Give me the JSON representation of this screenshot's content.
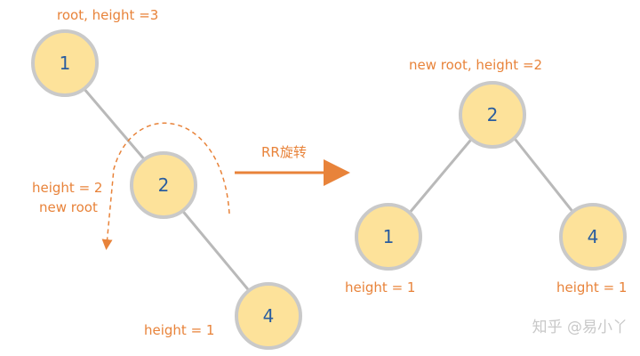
{
  "left_tree": {
    "nodes": [
      {
        "id": "n1",
        "label": "1"
      },
      {
        "id": "n2",
        "label": "2"
      },
      {
        "id": "n4",
        "label": "4"
      }
    ],
    "edges": [
      [
        "n1",
        "n2"
      ],
      [
        "n2",
        "n4"
      ]
    ],
    "annotations": {
      "root": "root, height =3",
      "node2_height": "height = 2",
      "node2_new_root": "new root",
      "node4_height": "height = 1"
    }
  },
  "rotation": {
    "label": "RR旋转"
  },
  "right_tree": {
    "nodes": [
      {
        "id": "r2",
        "label": "2"
      },
      {
        "id": "r1",
        "label": "1"
      },
      {
        "id": "r4",
        "label": "4"
      }
    ],
    "edges": [
      [
        "r2",
        "r1"
      ],
      [
        "r2",
        "r4"
      ]
    ],
    "annotations": {
      "new_root": "new root, height =2",
      "node1_height": "height = 1",
      "node4_height": "height = 1"
    }
  },
  "watermark": "知乎 @易小丫",
  "colors": {
    "node_fill": "#fde29a",
    "node_stroke": "#c9c9c9",
    "edge": "#b9b9b9",
    "accent_orange": "#e8833a",
    "node_text": "#2a5d9f"
  }
}
